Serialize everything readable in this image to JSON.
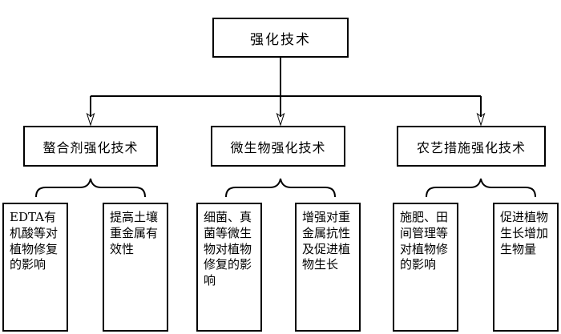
{
  "diagram": {
    "type": "hierarchy-tree",
    "title": "强化技术",
    "root": {
      "label": "强化技术"
    },
    "branches": [
      {
        "id": "chelate",
        "label": "螯合剂强化技术",
        "children": [
          {
            "id": "edta",
            "label": "EDTA有机酸等对植物修复的影响"
          },
          {
            "id": "bioavail",
            "label": "提高土壤重金属有效性"
          }
        ]
      },
      {
        "id": "microbial",
        "label": "微生物强化技术",
        "children": [
          {
            "id": "bacteria-fungi",
            "label": "细菌、真菌等微生物对植物修复的影响"
          },
          {
            "id": "resistance",
            "label": "增强对重金属抗性及促进植物生长"
          }
        ]
      },
      {
        "id": "agronomic",
        "label": "农艺措施强化技术",
        "children": [
          {
            "id": "fertilize",
            "label": "施肥、田间管理等对植物修的影响"
          },
          {
            "id": "biomass",
            "label": "促进植物生长增加生物量"
          }
        ]
      }
    ],
    "connectors": {
      "root_to_branches": "arrow-down",
      "branch_to_leaves": "curly-brace"
    },
    "colors": {
      "stroke": "#000000",
      "background": "#ffffff",
      "text": "#000000"
    }
  }
}
